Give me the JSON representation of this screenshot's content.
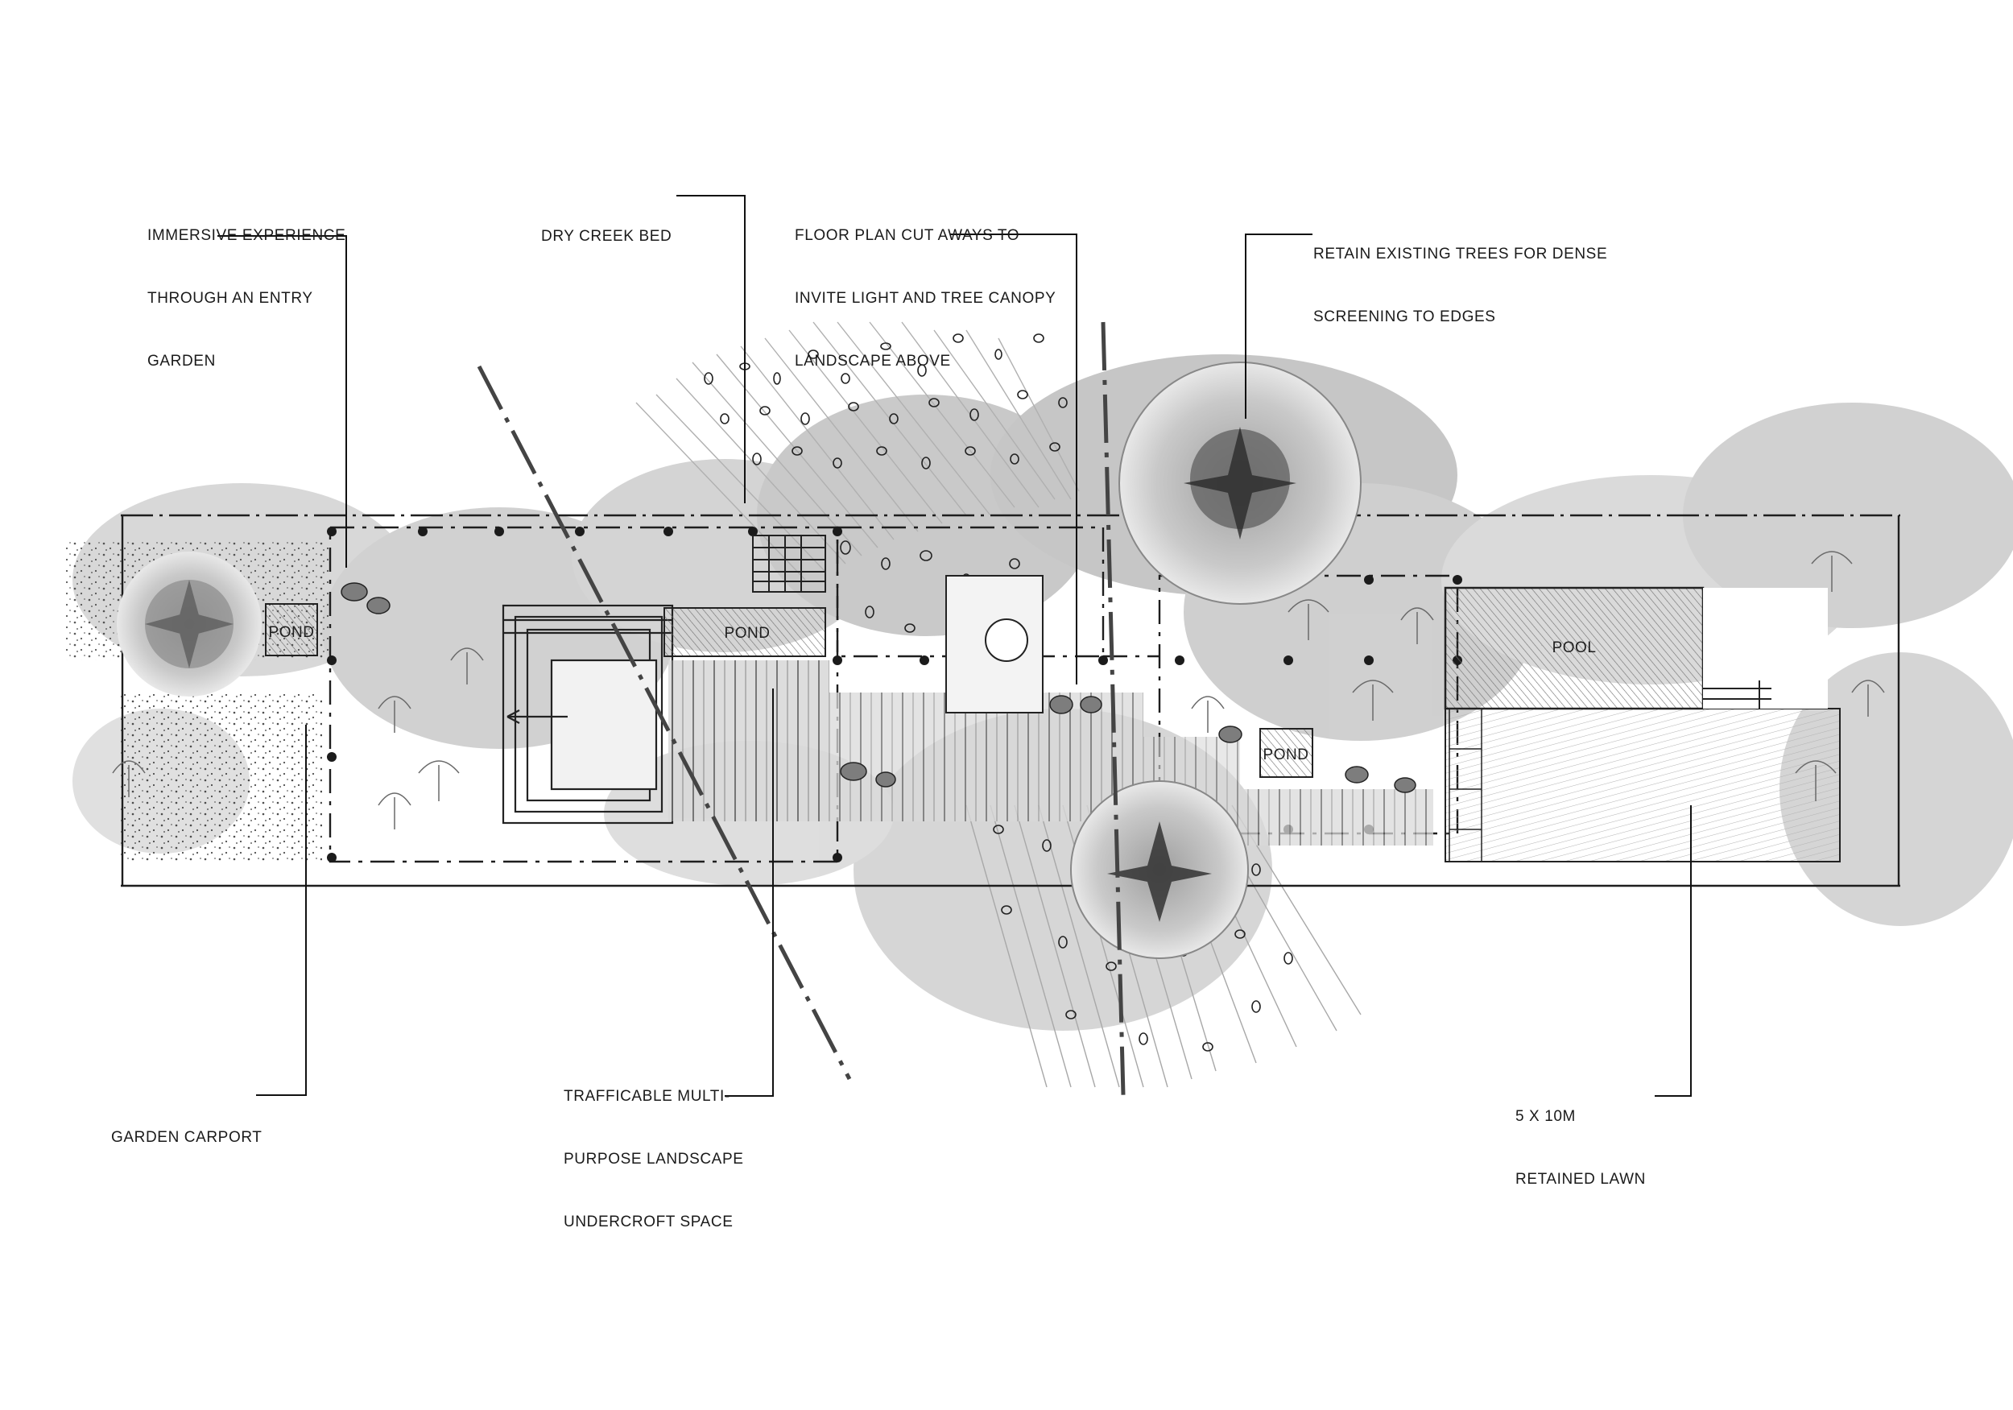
{
  "callouts": {
    "entry_garden": [
      "IMMERSIVE EXPERIENCE",
      "THROUGH AN ENTRY",
      "GARDEN"
    ],
    "dry_creek": [
      "DRY CREEK BED"
    ],
    "floor_cut": [
      "FLOOR PLAN CUT AWAYS TO",
      "INVITE LIGHT AND TREE CANOPY",
      "LANDSCAPE ABOVE"
    ],
    "retain_trees": [
      "RETAIN EXISTING TREES FOR DENSE",
      "SCREENING TO EDGES"
    ],
    "carport": [
      "GARDEN CARPORT"
    ],
    "undercroft": [
      "TRAFFICABLE MULTI-",
      "PURPOSE LANDSCAPE",
      "UNDERCROFT SPACE"
    ],
    "lawn": [
      "5 X 10M",
      "RETAINED LAWN"
    ]
  },
  "plan_labels": {
    "pond_left": "POND",
    "pond_centre": "POND",
    "pond_right": "POND",
    "pool": "POOL"
  },
  "colors": {
    "ink": "#1a1a1a",
    "pencil_dark": "#4a4a4a",
    "pencil_mid": "#8a8a8a",
    "pencil_light": "#c4c4c4",
    "paper": "#ffffff"
  }
}
